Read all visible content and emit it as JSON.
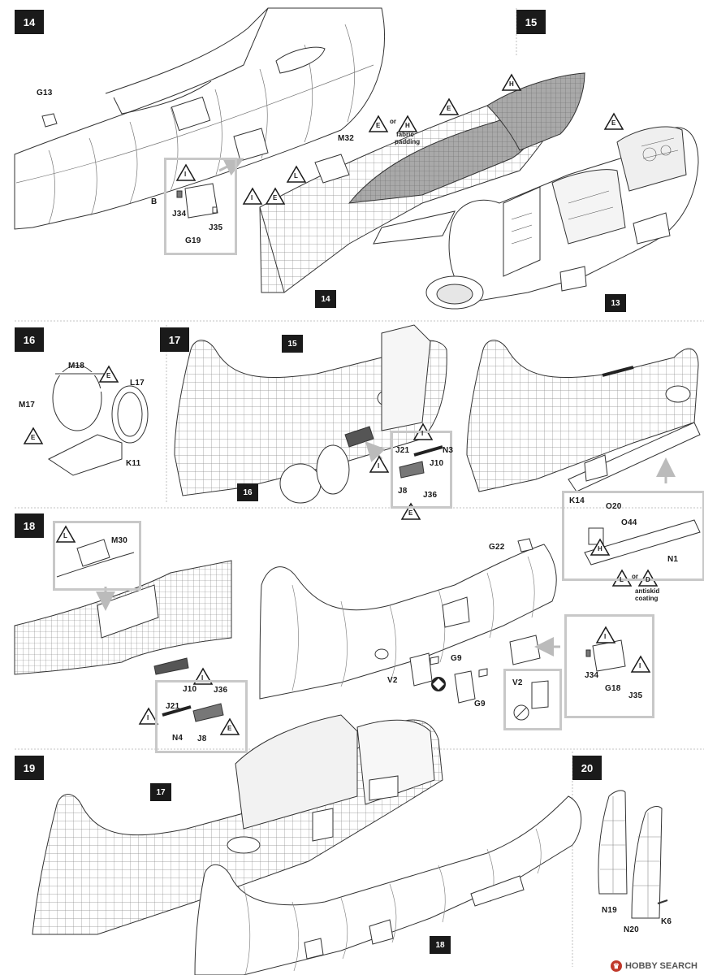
{
  "steps": {
    "s14": "14",
    "s15": "15",
    "s16": "16",
    "s17": "17",
    "s18": "18",
    "s19": "19",
    "s20": "20"
  },
  "refs": {
    "r14": "14",
    "r13": "13",
    "r15": "15",
    "r16": "16",
    "r17": "17",
    "r18": "18"
  },
  "parts": {
    "g13": "G13",
    "b": "B",
    "j34a": "J34",
    "g19": "G19",
    "j35a": "J35",
    "m32": "M32",
    "m18": "M18",
    "m17": "M17",
    "l17": "L17",
    "k11": "K11",
    "j21a": "J21",
    "n3": "N3",
    "j10a": "J10",
    "j8a": "J8",
    "j36a": "J36",
    "k14": "K14",
    "o20": "O20",
    "o44": "O44",
    "n1": "N1",
    "m30": "M30",
    "g22": "G22",
    "g9a": "G9",
    "v2a": "V2",
    "g9b": "G9",
    "v2b": "V2",
    "j34b": "J34",
    "g18": "G18",
    "j35b": "J35",
    "j10b": "J10",
    "j36b": "J36",
    "j21b": "J21",
    "n4": "N4",
    "j8b": "J8",
    "n19": "N19",
    "n20": "N20",
    "k6": "K6"
  },
  "paints": {
    "i": "I",
    "e": "E",
    "h": "H",
    "l": "L",
    "d": "D",
    "or": "or"
  },
  "notes": {
    "fabric": "fabric",
    "padding": "padding",
    "antiskid": "antiskid",
    "coating": "coating"
  },
  "watermark": "HOBBY SEARCH"
}
